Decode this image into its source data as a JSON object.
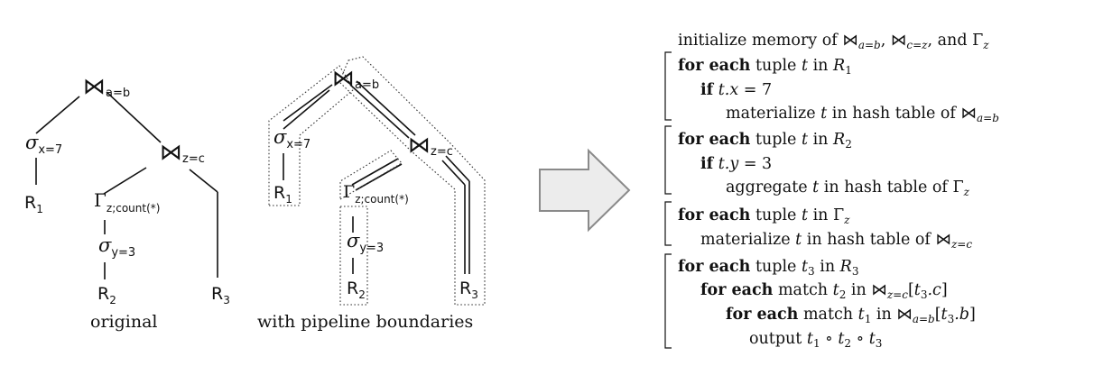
{
  "left_tree": {
    "caption": "original",
    "join_ab": {
      "symbol": "⋈",
      "sub": "a=b"
    },
    "select_x": {
      "symbol": "σ",
      "sub": "x=7"
    },
    "r1": {
      "label": "R",
      "sub": "1"
    },
    "join_zc": {
      "symbol": "⋈",
      "sub": "z=c"
    },
    "group": {
      "symbol": "Γ",
      "sub": "z;count(*)"
    },
    "select_y": {
      "symbol": "σ",
      "sub": "y=3"
    },
    "r2": {
      "label": "R",
      "sub": "2"
    },
    "r3": {
      "label": "R",
      "sub": "3"
    }
  },
  "right_tree": {
    "caption": "with pipeline boundaries",
    "join_ab": {
      "symbol": "⋈",
      "sub": "a=b"
    },
    "select_x": {
      "symbol": "σ",
      "sub": "x=7"
    },
    "r1": {
      "label": "R",
      "sub": "1"
    },
    "join_zc": {
      "symbol": "⋈",
      "sub": "z=c"
    },
    "group": {
      "symbol": "Γ",
      "sub": "z;count(*)"
    },
    "select_y": {
      "symbol": "σ",
      "sub": "y=3"
    },
    "r2": {
      "label": "R",
      "sub": "2"
    },
    "r3": {
      "label": "R",
      "sub": "3"
    }
  },
  "arrow_icon": "right-arrow-icon",
  "code": {
    "init": {
      "p1": "initialize memory of ",
      "j1": "⋈",
      "j1_sub": "a=b",
      "sep1": ", ",
      "j2": "⋈",
      "j2_sub": "c=z",
      "sep2": ", and ",
      "g": "Γ",
      "g_sub": "z"
    },
    "p1_line1": {
      "kw1": "for each",
      "t1": " tuple ",
      "v": "t",
      "t2": " in ",
      "r": "R",
      "r_sub": "1"
    },
    "p1_line2": {
      "kw": "if",
      "t1": " ",
      "v": "t.x",
      "t2": " = 7"
    },
    "p1_line3": {
      "t1": "materialize ",
      "v": "t",
      "t2": " in hash table of ",
      "j": "⋈",
      "j_sub": "a=b"
    },
    "p2_line1": {
      "kw1": "for each",
      "t1": " tuple ",
      "v": "t",
      "t2": " in ",
      "r": "R",
      "r_sub": "2"
    },
    "p2_line2": {
      "kw": "if",
      "t1": " ",
      "v": "t.y",
      "t2": " = 3"
    },
    "p2_line3": {
      "t1": "aggregate ",
      "v": "t",
      "t2": " in hash table of ",
      "g": "Γ",
      "g_sub": "z"
    },
    "p3_line1": {
      "kw1": "for each",
      "t1": " tuple ",
      "v": "t",
      "t2": " in ",
      "g": "Γ",
      "g_sub": "z"
    },
    "p3_line2": {
      "t1": "materialize ",
      "v": "t",
      "t2": " in hash table of ",
      "j": "⋈",
      "j_sub": "z=c"
    },
    "p4_line1": {
      "kw1": "for each",
      "t1": " tuple ",
      "v": "t",
      "v_sub": "3",
      "t2": " in ",
      "r": "R",
      "r_sub": "3"
    },
    "p4_line2": {
      "kw1": "for each",
      "t1": " match ",
      "v": "t",
      "v_sub": "2",
      "t2": " in ",
      "j": "⋈",
      "j_sub": "z=c",
      "idx_open": "[",
      "idx_v": "t",
      "idx_sub": "3",
      "idx_field": ".c",
      "idx_close": "]"
    },
    "p4_line3": {
      "kw1": "for each",
      "t1": " match ",
      "v": "t",
      "v_sub": "1",
      "t2": " in ",
      "j": "⋈",
      "j_sub": "a=b",
      "idx_open": "[",
      "idx_v": "t",
      "idx_sub": "3",
      "idx_field": ".b",
      "idx_close": "]"
    },
    "p4_line4": {
      "t1": "output ",
      "a": "t",
      "a_sub": "1",
      "o1": " ∘ ",
      "b": "t",
      "b_sub": "2",
      "o2": " ∘ ",
      "c": "t",
      "c_sub": "3"
    }
  }
}
